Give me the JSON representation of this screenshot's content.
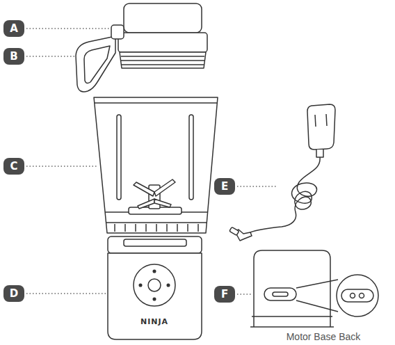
{
  "diagram": {
    "labels": [
      "A",
      "B",
      "C",
      "D",
      "E",
      "F",
      "NINJA",
      "Motor Base Back"
    ]
  }
}
